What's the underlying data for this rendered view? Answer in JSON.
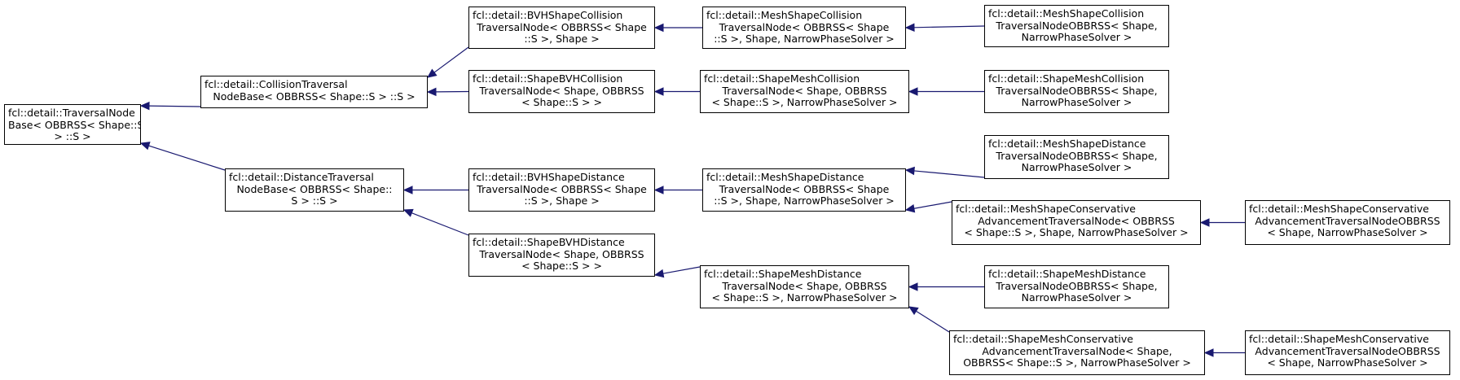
{
  "colors": {
    "edge": "#191970",
    "node_border": "#000000",
    "node_fill": "#ffffff"
  },
  "nodes": {
    "traversal_node_base": [
      "fcl::detail::TraversalNode",
      "Base< OBBRSS< Shape::S",
      "> ::S >"
    ],
    "collision_base": [
      "fcl::detail::CollisionTraversal",
      "NodeBase< OBBRSS< Shape::S > ::S >"
    ],
    "distance_base": [
      "fcl::detail::DistanceTraversal",
      "NodeBase< OBBRSS< Shape::",
      "S > ::S >"
    ],
    "bvh_shape_collision": [
      "fcl::detail::BVHShapeCollision",
      "TraversalNode< OBBRSS< Shape",
      "::S >, Shape >"
    ],
    "shape_bvh_collision": [
      "fcl::detail::ShapeBVHCollision",
      "TraversalNode< Shape, OBBRSS",
      "< Shape::S > >"
    ],
    "bvh_shape_distance": [
      "fcl::detail::BVHShapeDistance",
      "TraversalNode< OBBRSS< Shape",
      "::S >, Shape >"
    ],
    "shape_bvh_distance": [
      "fcl::detail::ShapeBVHDistance",
      "TraversalNode< Shape, OBBRSS",
      "< Shape::S > >"
    ],
    "mesh_shape_collision": [
      "fcl::detail::MeshShapeCollision",
      "TraversalNode< OBBRSS< Shape",
      "::S >, Shape, NarrowPhaseSolver >"
    ],
    "shape_mesh_collision": [
      "fcl::detail::ShapeMeshCollision",
      "TraversalNode< Shape, OBBRSS",
      "< Shape::S >, NarrowPhaseSolver >"
    ],
    "mesh_shape_distance": [
      "fcl::detail::MeshShapeDistance",
      "TraversalNode< OBBRSS< Shape",
      "::S >, Shape, NarrowPhaseSolver >"
    ],
    "shape_mesh_distance": [
      "fcl::detail::ShapeMeshDistance",
      "TraversalNode< Shape, OBBRSS",
      "< Shape::S >, NarrowPhaseSolver >"
    ],
    "mesh_shape_collision_obbrss": [
      "fcl::detail::MeshShapeCollision",
      "TraversalNodeOBBRSS< Shape,",
      "NarrowPhaseSolver >"
    ],
    "shape_mesh_collision_obbrss": [
      "fcl::detail::ShapeMeshCollision",
      "TraversalNodeOBBRSS< Shape,",
      "NarrowPhaseSolver >"
    ],
    "mesh_shape_distance_obbrss": [
      "fcl::detail::MeshShapeDistance",
      "TraversalNodeOBBRSS< Shape,",
      "NarrowPhaseSolver >"
    ],
    "mesh_shape_conservative": [
      "fcl::detail::MeshShapeConservative",
      "AdvancementTraversalNode< OBBRSS",
      "< Shape::S >, Shape, NarrowPhaseSolver >"
    ],
    "shape_mesh_distance_obbrss": [
      "fcl::detail::ShapeMeshDistance",
      "TraversalNodeOBBRSS< Shape,",
      "NarrowPhaseSolver >"
    ],
    "shape_mesh_conservative": [
      "fcl::detail::ShapeMeshConservative",
      "AdvancementTraversalNode< Shape,",
      "OBBRSS< Shape::S >, NarrowPhaseSolver >"
    ],
    "mesh_shape_conservative_obbrss": [
      "fcl::detail::MeshShapeConservative",
      "AdvancementTraversalNodeOBBRSS",
      "< Shape, NarrowPhaseSolver >"
    ],
    "shape_mesh_conservative_obbrss": [
      "fcl::detail::ShapeMeshConservative",
      "AdvancementTraversalNodeOBBRSS",
      "< Shape, NarrowPhaseSolver >"
    ]
  },
  "edges": [
    [
      "collision_base",
      "traversal_node_base"
    ],
    [
      "distance_base",
      "traversal_node_base"
    ],
    [
      "bvh_shape_collision",
      "collision_base"
    ],
    [
      "shape_bvh_collision",
      "collision_base"
    ],
    [
      "bvh_shape_distance",
      "distance_base"
    ],
    [
      "shape_bvh_distance",
      "distance_base"
    ],
    [
      "mesh_shape_collision",
      "bvh_shape_collision"
    ],
    [
      "shape_mesh_collision",
      "shape_bvh_collision"
    ],
    [
      "mesh_shape_distance",
      "bvh_shape_distance"
    ],
    [
      "shape_mesh_distance",
      "shape_bvh_distance"
    ],
    [
      "mesh_shape_collision_obbrss",
      "mesh_shape_collision"
    ],
    [
      "shape_mesh_collision_obbrss",
      "shape_mesh_collision"
    ],
    [
      "mesh_shape_distance_obbrss",
      "mesh_shape_distance"
    ],
    [
      "mesh_shape_conservative",
      "mesh_shape_distance"
    ],
    [
      "shape_mesh_distance_obbrss",
      "shape_mesh_distance"
    ],
    [
      "shape_mesh_conservative",
      "shape_mesh_distance"
    ],
    [
      "mesh_shape_conservative_obbrss",
      "mesh_shape_conservative"
    ],
    [
      "shape_mesh_conservative_obbrss",
      "shape_mesh_conservative"
    ]
  ]
}
